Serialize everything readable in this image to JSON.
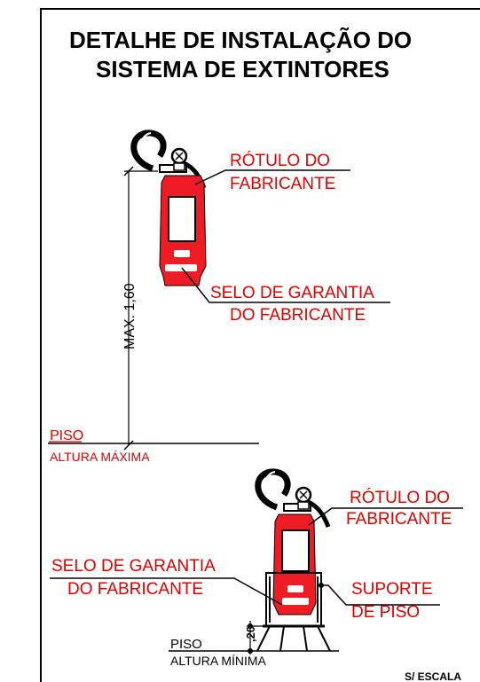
{
  "title": {
    "line1": "DETALHE DE INSTALAÇÃO DO",
    "line2": "SISTEMA DE EXTINTORES"
  },
  "top_detail": {
    "manufacturer_label_line1": "RÓTULO DO",
    "manufacturer_label_line2": "FABRICANTE",
    "seal_line1": "SELO DE GARANTIA",
    "seal_line2": "DO FABRICANTE",
    "dimension": "MAX. 1,60",
    "floor": "PISO",
    "height_note": "ALTURA MÁXIMA"
  },
  "bottom_detail": {
    "manufacturer_label_line1": "RÓTULO DO",
    "manufacturer_label_line2": "FABRICANTE",
    "seal_line1": "SELO DE GARANTIA",
    "seal_line2": "DO FABRICANTE",
    "support_line1": "SUPORTE",
    "support_line2": "DE PISO",
    "dimension": ",20",
    "floor": "PISO",
    "height_note": "ALTURA MÍNIMA"
  },
  "scale": "S/ ESCALA",
  "colors": {
    "extinguisher": "#ee1c24",
    "label_text": "#e00000",
    "lines": "#000000"
  }
}
